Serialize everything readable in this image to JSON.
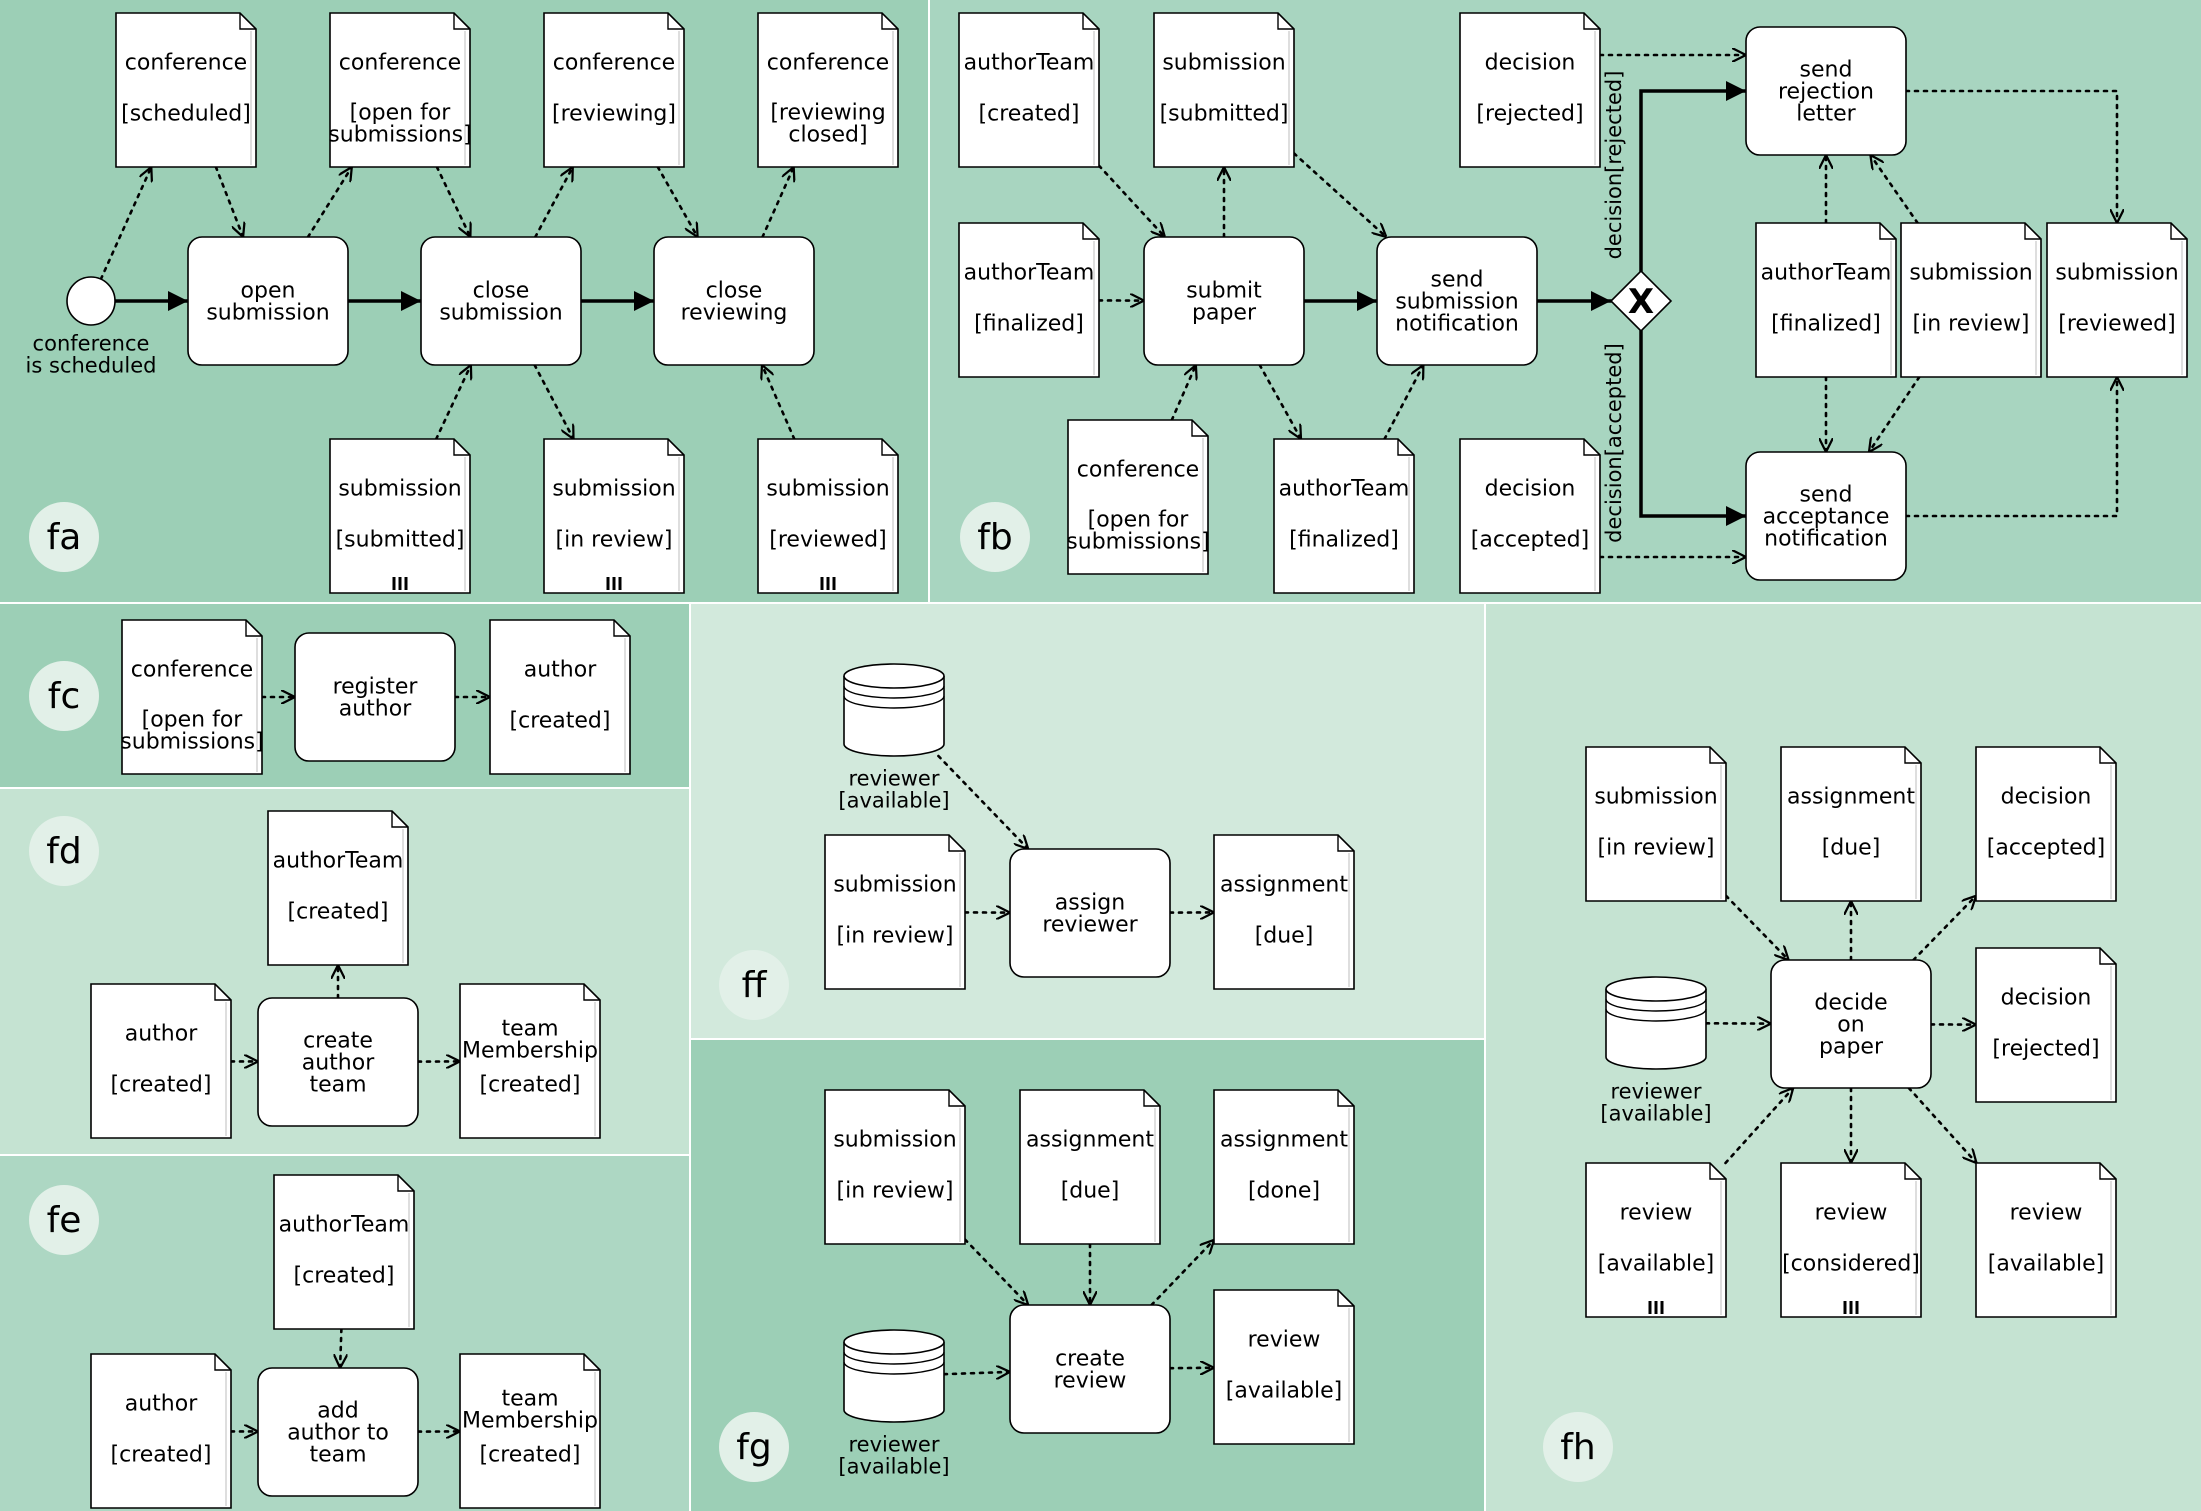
{
  "colors": {
    "fa": "#9ccfb6",
    "fb": "#a8d5c0",
    "fc": "#9ccfb6",
    "fd": "#c5e3d2",
    "fe": "#add7c3",
    "ff": "#d2e9dc",
    "fg": "#9ccfb6",
    "fh": "#c5e3d2",
    "badge": "#e2f0e8",
    "stroke": "#000000",
    "fill": "#ffffff"
  },
  "panels": [
    {
      "id": "fa",
      "label": "fa"
    },
    {
      "id": "fb",
      "label": "fb"
    },
    {
      "id": "fc",
      "label": "fc"
    },
    {
      "id": "fd",
      "label": "fd"
    },
    {
      "id": "fe",
      "label": "fe"
    },
    {
      "id": "ff",
      "label": "ff"
    },
    {
      "id": "fg",
      "label": "fg"
    },
    {
      "id": "fh",
      "label": "fh"
    }
  ],
  "nodes": [
    {
      "id": "a_conf1",
      "kind": "doc",
      "name": "conference",
      "state": "[scheduled]"
    },
    {
      "id": "a_conf2",
      "kind": "doc",
      "name": "conference",
      "state": "[open for\nsubmissions]"
    },
    {
      "id": "a_conf3",
      "kind": "doc",
      "name": "conference",
      "state": "[reviewing]"
    },
    {
      "id": "a_conf4",
      "kind": "doc",
      "name": "conference",
      "state": "[reviewing\nclosed]"
    },
    {
      "id": "a_start",
      "kind": "event",
      "label": "conference\nis scheduled"
    },
    {
      "id": "a_open",
      "kind": "task",
      "label": "open\nsubmission"
    },
    {
      "id": "a_close",
      "kind": "task",
      "label": "close\nsubmission"
    },
    {
      "id": "a_closerev",
      "kind": "task",
      "label": "close\nreviewing"
    },
    {
      "id": "a_sub1",
      "kind": "doc",
      "name": "submission",
      "state": "[submitted]",
      "multi": true
    },
    {
      "id": "a_sub2",
      "kind": "doc",
      "name": "submission",
      "state": "[in review]",
      "multi": true
    },
    {
      "id": "a_sub3",
      "kind": "doc",
      "name": "submission",
      "state": "[reviewed]",
      "multi": true
    },
    {
      "id": "b_at1",
      "kind": "doc",
      "name": "authorTeam",
      "state": "[created]"
    },
    {
      "id": "b_sub1",
      "kind": "doc",
      "name": "submission",
      "state": "[submitted]"
    },
    {
      "id": "b_at2",
      "kind": "doc",
      "name": "authorTeam",
      "state": "[finalized]"
    },
    {
      "id": "b_submit",
      "kind": "task",
      "label": "submit\npaper"
    },
    {
      "id": "b_sendnotif",
      "kind": "task",
      "label": "send\nsubmission\nnotification"
    },
    {
      "id": "b_conf",
      "kind": "doc",
      "name": "conference",
      "state": "[open for\nsubmissions]"
    },
    {
      "id": "b_at3",
      "kind": "doc",
      "name": "authorTeam",
      "state": "[finalized]"
    },
    {
      "id": "b_dec1",
      "kind": "doc",
      "name": "decision",
      "state": "[rejected]"
    },
    {
      "id": "b_dec2",
      "kind": "doc",
      "name": "decision",
      "state": "[accepted]"
    },
    {
      "id": "b_gw",
      "kind": "gateway",
      "label": "X"
    },
    {
      "id": "b_reject",
      "kind": "task",
      "label": "send\nrejection\nletter"
    },
    {
      "id": "b_accept",
      "kind": "task",
      "label": "send\nacceptance\nnotification"
    },
    {
      "id": "b_at4",
      "kind": "doc",
      "name": "authorTeam",
      "state": "[finalized]"
    },
    {
      "id": "b_sub2",
      "kind": "doc",
      "name": "submission",
      "state": "[in review]"
    },
    {
      "id": "b_sub3",
      "kind": "doc",
      "name": "submission",
      "state": "[reviewed]"
    },
    {
      "id": "c_conf",
      "kind": "doc",
      "name": "conference",
      "state": "[open for\nsubmissions]"
    },
    {
      "id": "c_reg",
      "kind": "task",
      "label": "register\nauthor"
    },
    {
      "id": "c_author",
      "kind": "doc",
      "name": "author",
      "state": "[created]"
    },
    {
      "id": "d_at",
      "kind": "doc",
      "name": "authorTeam",
      "state": "[created]"
    },
    {
      "id": "d_author",
      "kind": "doc",
      "name": "author",
      "state": "[created]"
    },
    {
      "id": "d_create",
      "kind": "task",
      "label": "create\nauthor\nteam"
    },
    {
      "id": "d_tm",
      "kind": "doc",
      "name": "team\nMembership",
      "state": "[created]"
    },
    {
      "id": "e_at",
      "kind": "doc",
      "name": "authorTeam",
      "state": "[created]"
    },
    {
      "id": "e_author",
      "kind": "doc",
      "name": "author",
      "state": "[created]"
    },
    {
      "id": "e_add",
      "kind": "task",
      "label": "add\nauthor to\nteam"
    },
    {
      "id": "e_tm",
      "kind": "doc",
      "name": "team\nMembership",
      "state": "[created]"
    },
    {
      "id": "f_rev",
      "kind": "store",
      "label": "reviewer\n[available]"
    },
    {
      "id": "f_sub",
      "kind": "doc",
      "name": "submission",
      "state": "[in review]"
    },
    {
      "id": "f_assign",
      "kind": "task",
      "label": "assign\nreviewer"
    },
    {
      "id": "f_asg",
      "kind": "doc",
      "name": "assignment",
      "state": "[due]"
    },
    {
      "id": "g_sub",
      "kind": "doc",
      "name": "submission",
      "state": "[in review]"
    },
    {
      "id": "g_asg1",
      "kind": "doc",
      "name": "assignment",
      "state": "[due]"
    },
    {
      "id": "g_asg2",
      "kind": "doc",
      "name": "assignment",
      "state": "[done]"
    },
    {
      "id": "g_rev",
      "kind": "store",
      "label": "reviewer\n[available]"
    },
    {
      "id": "g_create",
      "kind": "task",
      "label": "create\nreview"
    },
    {
      "id": "g_review",
      "kind": "doc",
      "name": "review",
      "state": "[available]"
    },
    {
      "id": "h_sub",
      "kind": "doc",
      "name": "submission",
      "state": "[in review]"
    },
    {
      "id": "h_asg",
      "kind": "doc",
      "name": "assignment",
      "state": "[due]"
    },
    {
      "id": "h_dec1",
      "kind": "doc",
      "name": "decision",
      "state": "[accepted]"
    },
    {
      "id": "h_rev",
      "kind": "store",
      "label": "reviewer\n[available]"
    },
    {
      "id": "h_decide",
      "kind": "task",
      "label": "decide\non\npaper"
    },
    {
      "id": "h_dec2",
      "kind": "doc",
      "name": "decision",
      "state": "[rejected]"
    },
    {
      "id": "h_review1",
      "kind": "doc",
      "name": "review",
      "state": "[available]",
      "multi": true
    },
    {
      "id": "h_review2",
      "kind": "doc",
      "name": "review",
      "state": "[considered]",
      "multi": true
    },
    {
      "id": "h_review3",
      "kind": "doc",
      "name": "review",
      "state": "[available]"
    }
  ],
  "edges": [
    {
      "from": "a_start",
      "to": "a_open",
      "kind": "flow"
    },
    {
      "from": "a_open",
      "to": "a_close",
      "kind": "flow"
    },
    {
      "from": "a_close",
      "to": "a_closerev",
      "kind": "flow"
    },
    {
      "from": "a_conf1",
      "to": "a_open",
      "kind": "data"
    },
    {
      "from": "a_open",
      "to": "a_conf2",
      "kind": "data"
    },
    {
      "from": "a_conf2",
      "to": "a_close",
      "kind": "data"
    },
    {
      "from": "a_close",
      "to": "a_conf3",
      "kind": "data"
    },
    {
      "from": "a_conf3",
      "to": "a_closerev",
      "kind": "data"
    },
    {
      "from": "a_closerev",
      "to": "a_conf4",
      "kind": "data"
    },
    {
      "from": "a_start",
      "to": "a_conf1",
      "kind": "data"
    },
    {
      "from": "a_sub1",
      "to": "a_close",
      "kind": "data"
    },
    {
      "from": "a_close",
      "to": "a_sub2",
      "kind": "data"
    },
    {
      "from": "a_sub3",
      "to": "a_closerev",
      "kind": "data"
    },
    {
      "from": "b_submit",
      "to": "b_sendnotif",
      "kind": "flow"
    },
    {
      "from": "b_sendnotif",
      "to": "b_gw",
      "kind": "flow"
    },
    {
      "from": "b_gw",
      "to": "b_reject",
      "kind": "flow",
      "label": "decision[rejected]"
    },
    {
      "from": "b_gw",
      "to": "b_accept",
      "kind": "flow",
      "label": "decision[accepted]"
    },
    {
      "from": "b_at1",
      "to": "b_submit",
      "kind": "data"
    },
    {
      "from": "b_submit",
      "to": "b_sub1",
      "kind": "data"
    },
    {
      "from": "b_sub1",
      "to": "b_sendnotif",
      "kind": "data"
    },
    {
      "from": "b_at2",
      "to": "b_submit",
      "kind": "data"
    },
    {
      "from": "b_conf",
      "to": "b_submit",
      "kind": "data"
    },
    {
      "from": "b_submit",
      "to": "b_at3",
      "kind": "data"
    },
    {
      "from": "b_at3",
      "to": "b_sendnotif",
      "kind": "data"
    },
    {
      "from": "b_dec1",
      "to": "b_reject",
      "kind": "data"
    },
    {
      "from": "b_dec2",
      "to": "b_accept",
      "kind": "data"
    },
    {
      "from": "b_at4",
      "to": "b_reject",
      "kind": "data"
    },
    {
      "from": "b_sub2",
      "to": "b_reject",
      "kind": "data"
    },
    {
      "from": "b_at4",
      "to": "b_accept",
      "kind": "data"
    },
    {
      "from": "b_sub2",
      "to": "b_accept",
      "kind": "data"
    },
    {
      "from": "b_reject",
      "to": "b_sub3",
      "kind": "data"
    },
    {
      "from": "b_accept",
      "to": "b_sub3",
      "kind": "data"
    },
    {
      "from": "c_conf",
      "to": "c_reg",
      "kind": "data"
    },
    {
      "from": "c_reg",
      "to": "c_author",
      "kind": "data"
    },
    {
      "from": "d_author",
      "to": "d_create",
      "kind": "data"
    },
    {
      "from": "d_create",
      "to": "d_at",
      "kind": "data"
    },
    {
      "from": "d_create",
      "to": "d_tm",
      "kind": "data"
    },
    {
      "from": "e_author",
      "to": "e_add",
      "kind": "data"
    },
    {
      "from": "e_at",
      "to": "e_add",
      "kind": "data"
    },
    {
      "from": "e_add",
      "to": "e_tm",
      "kind": "data"
    },
    {
      "from": "f_rev",
      "to": "f_assign",
      "kind": "data"
    },
    {
      "from": "f_sub",
      "to": "f_assign",
      "kind": "data"
    },
    {
      "from": "f_assign",
      "to": "f_asg",
      "kind": "data"
    },
    {
      "from": "g_sub",
      "to": "g_create",
      "kind": "data"
    },
    {
      "from": "g_asg1",
      "to": "g_create",
      "kind": "data"
    },
    {
      "from": "g_create",
      "to": "g_asg2",
      "kind": "data"
    },
    {
      "from": "g_rev",
      "to": "g_create",
      "kind": "data"
    },
    {
      "from": "g_create",
      "to": "g_review",
      "kind": "data"
    },
    {
      "from": "h_sub",
      "to": "h_decide",
      "kind": "data"
    },
    {
      "from": "h_decide",
      "to": "h_asg",
      "kind": "data"
    },
    {
      "from": "h_decide",
      "to": "h_dec1",
      "kind": "data"
    },
    {
      "from": "h_rev",
      "to": "h_decide",
      "kind": "data"
    },
    {
      "from": "h_decide",
      "to": "h_dec2",
      "kind": "data"
    },
    {
      "from": "h_review1",
      "to": "h_decide",
      "kind": "data"
    },
    {
      "from": "h_decide",
      "to": "h_review2",
      "kind": "data"
    },
    {
      "from": "h_decide",
      "to": "h_review3",
      "kind": "data"
    }
  ]
}
